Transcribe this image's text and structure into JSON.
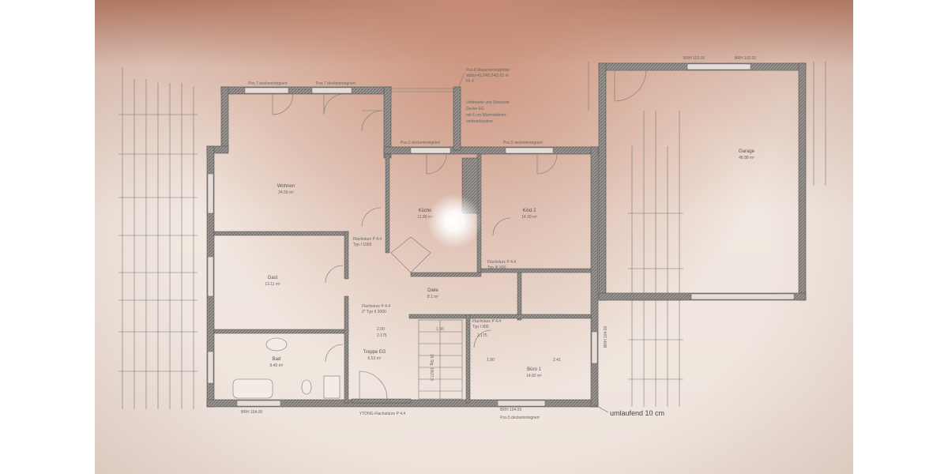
{
  "rooms": {
    "wohnen": {
      "name": "Wohnen",
      "area": "24.59 m²"
    },
    "kueche": {
      "name": "Küche",
      "area": "11.90 m²"
    },
    "kind2": {
      "name": "Kind 2",
      "area": "14.30 m²"
    },
    "gast": {
      "name": "Gast",
      "area": "13.11 m²"
    },
    "diele": {
      "name": "Diele",
      "area": "8.1 m²"
    },
    "bad": {
      "name": "Bad",
      "area": "9.40 m²"
    },
    "treppe": {
      "name": "Treppe EG",
      "area": "6.53 m²"
    },
    "buero": {
      "name": "Büro 1",
      "area": "14.82 m²"
    },
    "garage": {
      "name": "Garage",
      "area": "48.88 m²"
    }
  },
  "notes": {
    "pos7_left": "Pos.7 deckenintegriert",
    "pos7_right": "Pos.7 deckenintegriert",
    "pos8_a": "Pos.8 Mauerwerkspfeiler",
    "pos8_b": "stütze=0,24/0,24/2,61 m",
    "pos8_c": "Fk 4",
    "unterseite_a": "Unterseite und Stirnseite",
    "unterseite_b": "Decke EG",
    "unterseite_c": "mit 6 cm Wärmedämm-",
    "unterseite_d": "verbundsystem",
    "pos5_a": "Pos.5 deckenintegriert",
    "pos5_b": "Pos.5 deckenintegriert",
    "brh_top_a": "BRH 102.00",
    "brh_top_b": "BRH 102.00",
    "sturz_wohnen_a": "Flachsturz P 4.4",
    "sturz_wohnen_b": "Typ I 1000",
    "sturz_kind_a": "Flachsturz P 4.4",
    "sturz_kind_b": "Typ III 900",
    "sturz_diele_a": "Flachsturz P 4.4",
    "sturz_diele_b": "2* Typ II 2000",
    "sturz_buero_a": "Flachsturz P 4.4",
    "sturz_buero_b": "Typ I 900",
    "brh_bottom_left": "BRH 104.00",
    "ytong": "YTONG-Flachstürze P 4.4",
    "brh_bottom_right": "BRH 104.00",
    "pos5_bottom": "Pos.5 deckenintegriert",
    "brh_right": "BRH 104.00",
    "umlaufend": "umlaufend 10 cm",
    "stg": "16 Stg. 18/27,5",
    "dim_200": "2.00",
    "dim_2175": "2.175",
    "dim_190a": "1.90",
    "dim_190b": "1.90",
    "dim_241": "2.41",
    "dim_2175b": "2.175"
  }
}
